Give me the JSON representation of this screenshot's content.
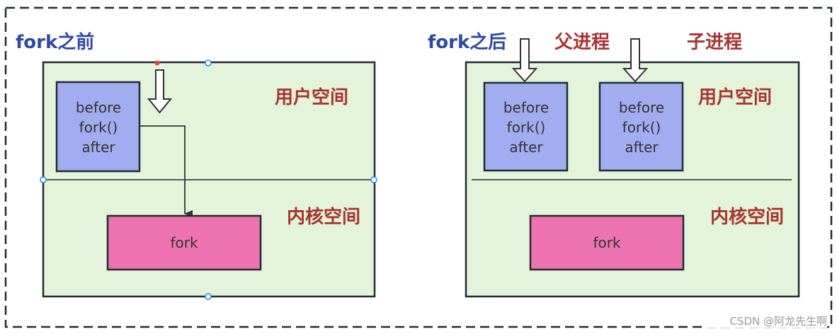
{
  "colors": {
    "frame": "#222a33",
    "space_fill": "#e3f4da",
    "process_fill": "#a3acf0",
    "kernel_fill": "#ec73b0",
    "title_blue": "#2f4aa3",
    "label_red": "#a83333",
    "handle_blue": "#1e88e5",
    "handle_red": "#e64545"
  },
  "before": {
    "title": "fork之前",
    "user_space_label": "用户空间",
    "kernel_space_label": "内核空间",
    "process_box": {
      "lines": [
        "before",
        "fork()",
        "after"
      ]
    },
    "kernel_box": {
      "label": "fork"
    }
  },
  "after": {
    "title": "fork之后",
    "parent_label": "父进程",
    "child_label": "子进程",
    "user_space_label": "用户空间",
    "kernel_space_label": "内核空间",
    "parent_box": {
      "lines": [
        "before",
        "fork()",
        "after"
      ]
    },
    "child_box": {
      "lines": [
        "before",
        "fork()",
        "after"
      ]
    },
    "kernel_box": {
      "label": "fork"
    }
  },
  "watermark": "CSDN @阿龙先生啊"
}
